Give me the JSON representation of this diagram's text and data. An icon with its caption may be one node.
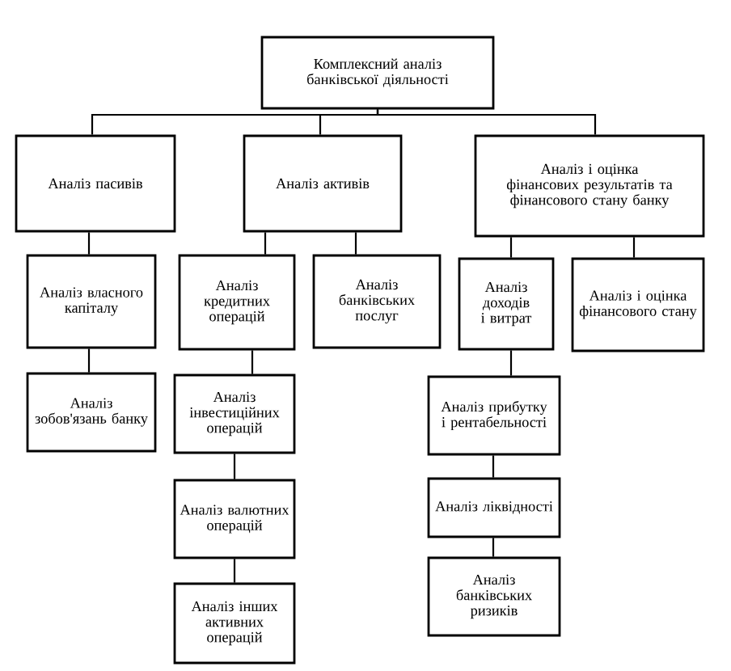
{
  "diagram": {
    "nodes": [
      {
        "text": [
          "Комплексний аналіз банківської діяльності"
        ]
      },
      {
        "text": [
          "Аналіз пасивів"
        ]
      },
      {
        "text": [
          "Аналіз активів"
        ]
      },
      {
        "text": [
          "Аналіз і оцінка фінансових результатів та фінансового стану банку"
        ]
      },
      {
        "text": [
          "Аналіз власного капіталу"
        ]
      },
      {
        "text": [
          "Аналіз кредитних операцій"
        ]
      },
      {
        "text": [
          "Аналіз банківських послуг"
        ]
      },
      {
        "text": [
          "Аналіз доходів і витрат"
        ]
      },
      {
        "text": [
          "Аналіз і оцінка фінансового стану"
        ]
      },
      {
        "text": [
          "Аналіз зобов'язань банку"
        ]
      },
      {
        "text": [
          "Аналіз інвестиційних операцій"
        ]
      },
      {
        "text": [
          "Аналіз валютних операцій"
        ]
      },
      {
        "text": [
          "Аналіз інших активних операцій"
        ]
      },
      {
        "text": [
          "Аналіз прибутку і рентабельності"
        ]
      },
      {
        "text": [
          "Аналіз ліквідності"
        ]
      },
      {
        "text": [
          "Аналіз банківських ризиків"
        ]
      }
    ],
    "edges": [
      {
        "from": 0,
        "to": 1,
        "arrow": "none"
      },
      {
        "from": 0,
        "to": 2,
        "arrow": "none"
      },
      {
        "from": 0,
        "to": 3,
        "arrow": "none"
      },
      {
        "from": 1,
        "to": 4,
        "arrow": "none"
      },
      {
        "from": 4,
        "to": 9,
        "arrow": "none"
      },
      {
        "from": 2,
        "to": 5,
        "arrow": "none"
      },
      {
        "from": 2,
        "to": 6,
        "arrow": "none"
      },
      {
        "from": 5,
        "to": 10,
        "arrow": "none"
      },
      {
        "from": 10,
        "to": 11,
        "arrow": "none"
      },
      {
        "from": 11,
        "to": 12,
        "arrow": "none"
      },
      {
        "from": 3,
        "to": 7,
        "arrow": "none"
      },
      {
        "from": 3,
        "to": 8,
        "arrow": "none"
      },
      {
        "from": 7,
        "to": 13,
        "arrow": "none"
      },
      {
        "from": 13,
        "to": 14,
        "arrow": "none"
      },
      {
        "from": 14,
        "to": 15,
        "arrow": "none"
      }
    ]
  }
}
